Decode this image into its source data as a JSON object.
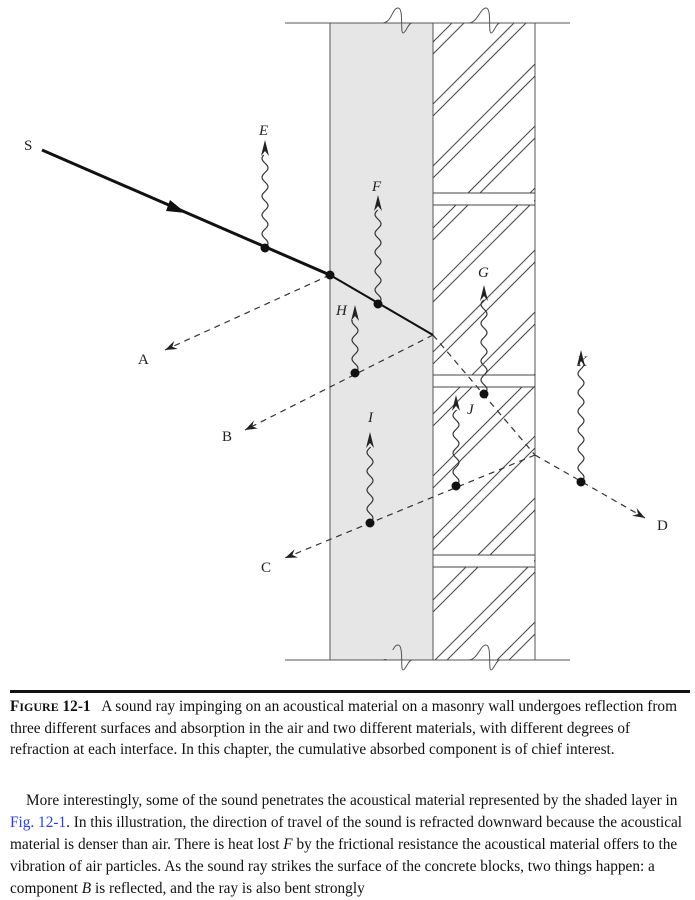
{
  "figure": {
    "labels": {
      "S": "S",
      "A": "A",
      "B": "B",
      "C": "C",
      "D": "D",
      "E": "E",
      "F": "F",
      "G": "G",
      "H": "H",
      "I": "I",
      "J": "J",
      "K": "K"
    }
  },
  "caption": {
    "label_first": "F",
    "label_rest": "IGURE",
    "number": "12-1",
    "text": "A sound ray impinging on an acoustical material on a masonry wall undergoes reflection from three different surfaces and absorption in the air and two different materials, with different degrees of refraction at each interface. In this chapter, the cumulative absorbed component is of chief interest."
  },
  "body": {
    "p1": "More interestingly, some of the sound penetrates the acoustical material represented by the shaded layer in ",
    "link": "Fig. 12-1",
    "p2": ". In this illustration, the direction of travel of the sound is refracted downward because the acoustical material is denser than air. There is heat lost ",
    "var_f": "F",
    "p3": " by the frictional resistance the acoustical material offers to the vibration of air particles. As the sound ray strikes the surface of the concrete blocks, two things happen: a component ",
    "var_b": "B",
    "p4": " is reflected, and the ray is also bent strongly"
  }
}
